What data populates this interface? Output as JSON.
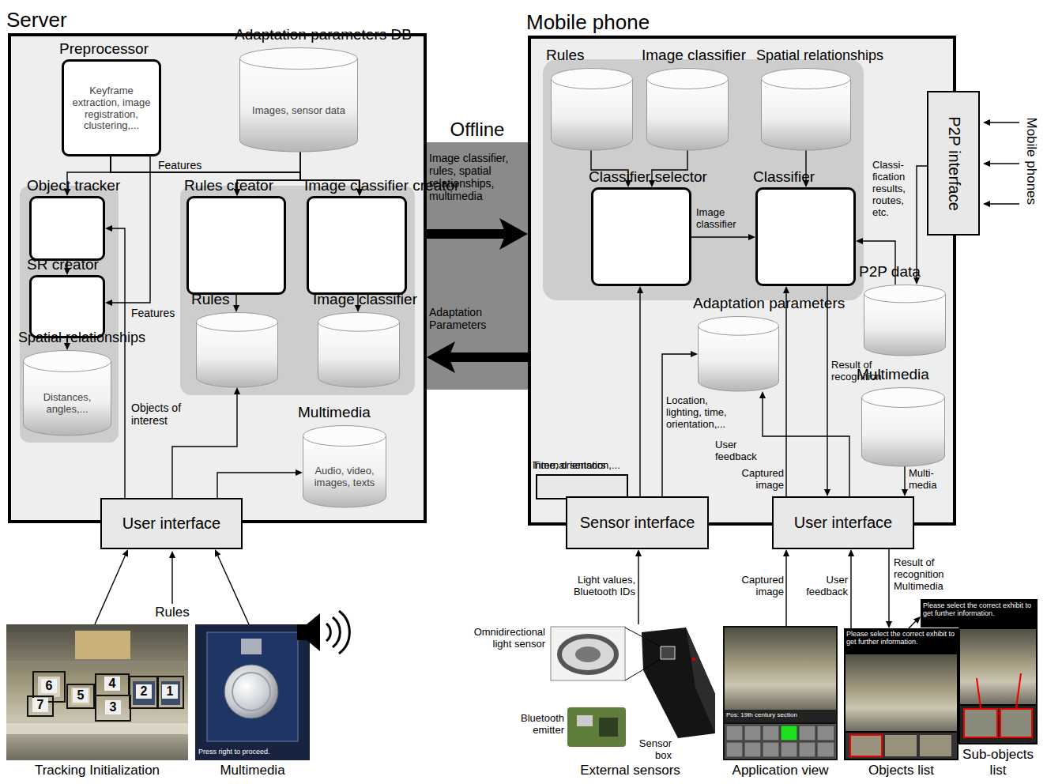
{
  "diagram": {
    "nodes": [
      {
        "text": [
          "Server"
        ]
      },
      {
        "text": [
          "Preprocessor",
          "Keyframe extraction, image registration, clustering,..."
        ],
        "in": 0
      },
      {
        "text": [
          "Adaptation parameters DB",
          "Images, sensor data"
        ],
        "in": 0
      },
      {
        "text": [
          "Object tracker"
        ],
        "in": 0
      },
      {
        "text": [
          "SR creator"
        ],
        "in": 0
      },
      {
        "text": [
          "Spatial relationships",
          "Distances, angles,..."
        ],
        "in": 0
      },
      {
        "text": [
          "Rules creator"
        ],
        "in": 0
      },
      {
        "text": [
          "Image classifier creator"
        ],
        "in": 0
      },
      {
        "text": [
          "Rules"
        ],
        "in": 0
      },
      {
        "text": [
          "Image classifier"
        ],
        "in": 0
      },
      {
        "text": [
          "Multimedia",
          "Audio, video, images, texts"
        ],
        "in": 0
      },
      {
        "text": [
          "User interface"
        ]
      },
      {
        "text": [
          "Mobile phone"
        ]
      },
      {
        "text": [
          "Rules"
        ],
        "in": 12
      },
      {
        "text": [
          "Image classifier"
        ],
        "in": 12
      },
      {
        "text": [
          "Spatial relationships"
        ],
        "in": 12
      },
      {
        "text": [
          "Classifier selector"
        ],
        "in": 12
      },
      {
        "text": [
          "Classifier"
        ],
        "in": 12
      },
      {
        "text": [
          "P2P interface"
        ]
      },
      {
        "text": [
          "P2P data"
        ],
        "in": 12
      },
      {
        "text": [
          "Adaptation parameters"
        ],
        "in": 12
      },
      {
        "text": [
          "Multimedia"
        ],
        "in": 12
      },
      {
        "text": [
          "Internal sensors"
        ],
        "in": 12
      },
      {
        "text": [
          "Sensor interface"
        ]
      },
      {
        "text": [
          "User interface"
        ]
      },
      {
        "text": [
          "Tracking Initialization"
        ]
      },
      {
        "text": [
          "Multimedia"
        ]
      },
      {
        "text": [
          "External sensors"
        ]
      },
      {
        "text": [
          "Application view"
        ]
      },
      {
        "text": [
          "Objects list"
        ]
      },
      {
        "text": [
          "Sub-objects list"
        ]
      }
    ],
    "edges": [
      {
        "from": 1,
        "to": 3,
        "arrow": "to"
      },
      {
        "from": 1,
        "to": 6,
        "label": "Features",
        "arrow": "to"
      },
      {
        "from": 1,
        "to": 7,
        "arrow": "to"
      },
      {
        "from": 2,
        "to": 6,
        "arrow": "to"
      },
      {
        "from": 2,
        "to": 7,
        "arrow": "to"
      },
      {
        "from": 3,
        "to": 4,
        "arrow": "to"
      },
      {
        "from": 1,
        "to": 4,
        "label": "Features",
        "arrow": "to"
      },
      {
        "from": 4,
        "to": 5,
        "arrow": "to"
      },
      {
        "from": 6,
        "to": 8,
        "arrow": "to"
      },
      {
        "from": 7,
        "to": 9,
        "arrow": "to"
      },
      {
        "from": 11,
        "to": 3,
        "label": "Objects of interest",
        "arrow": "to"
      },
      {
        "from": 11,
        "to": 8,
        "arrow": "to"
      },
      {
        "from": 11,
        "to": 10,
        "arrow": "to"
      },
      {
        "from": 25,
        "to": 11,
        "arrow": "to"
      },
      {
        "from": 26,
        "to": 11,
        "arrow": "to"
      },
      {
        "from": 0,
        "to": 12,
        "label": "Image classifier, rules, spatial relationships, multimedia",
        "arrow": "to"
      },
      {
        "from": 12,
        "to": 0,
        "label": "Adaptation Parameters",
        "arrow": "to"
      },
      {
        "from": 13,
        "to": 16,
        "arrow": "to"
      },
      {
        "from": 14,
        "to": 16,
        "arrow": "to"
      },
      {
        "from": 15,
        "to": 17,
        "arrow": "to"
      },
      {
        "from": 16,
        "to": 17,
        "label": "Image classifier",
        "arrow": "to"
      },
      {
        "from": 18,
        "to": 19,
        "label": "Classi- fication results, routes, etc.",
        "arrow": "to"
      },
      {
        "from": 19,
        "to": 17,
        "arrow": "to"
      },
      {
        "from": 17,
        "to": 24,
        "label": "Result of recognition",
        "arrow": "to"
      },
      {
        "from": 21,
        "to": 24,
        "label": "Multi- media",
        "arrow": "to"
      },
      {
        "from": 23,
        "to": 16,
        "arrow": "to"
      },
      {
        "from": 23,
        "to": 20,
        "label": "Location, lighting, time, orientation,...",
        "arrow": "to"
      },
      {
        "from": 24,
        "to": 17,
        "label": "Captured image",
        "arrow": "to"
      },
      {
        "from": 24,
        "to": 20,
        "label": "User feedback",
        "arrow": "to"
      },
      {
        "from": 27,
        "to": 23,
        "label": "Light values, Bluetooth IDs",
        "arrow": "to"
      },
      {
        "from": 28,
        "to": 24,
        "label": "Captured image",
        "arrow": "to"
      },
      {
        "from": 29,
        "to": 24,
        "label": "User feedback",
        "arrow": "to"
      },
      {
        "from": 24,
        "to": 29,
        "label": "Result of recognition Multimedia",
        "arrow": "to"
      },
      {
        "from": 29,
        "to": 30,
        "arrow": "to"
      }
    ],
    "labels": [
      "Offline",
      "Rules",
      "6",
      "7",
      "5",
      "4",
      "3",
      "2",
      "1",
      "Press right to proceed.",
      "Time, orientation,...",
      "Mobile phones",
      "Omnidirectional light sensor",
      "Bluetooth emitter",
      "Sensor box",
      "Pos: 19th century section",
      "Please select the correct exhibit to get further information.",
      "Please select the correct exhibit to get further information."
    ]
  }
}
